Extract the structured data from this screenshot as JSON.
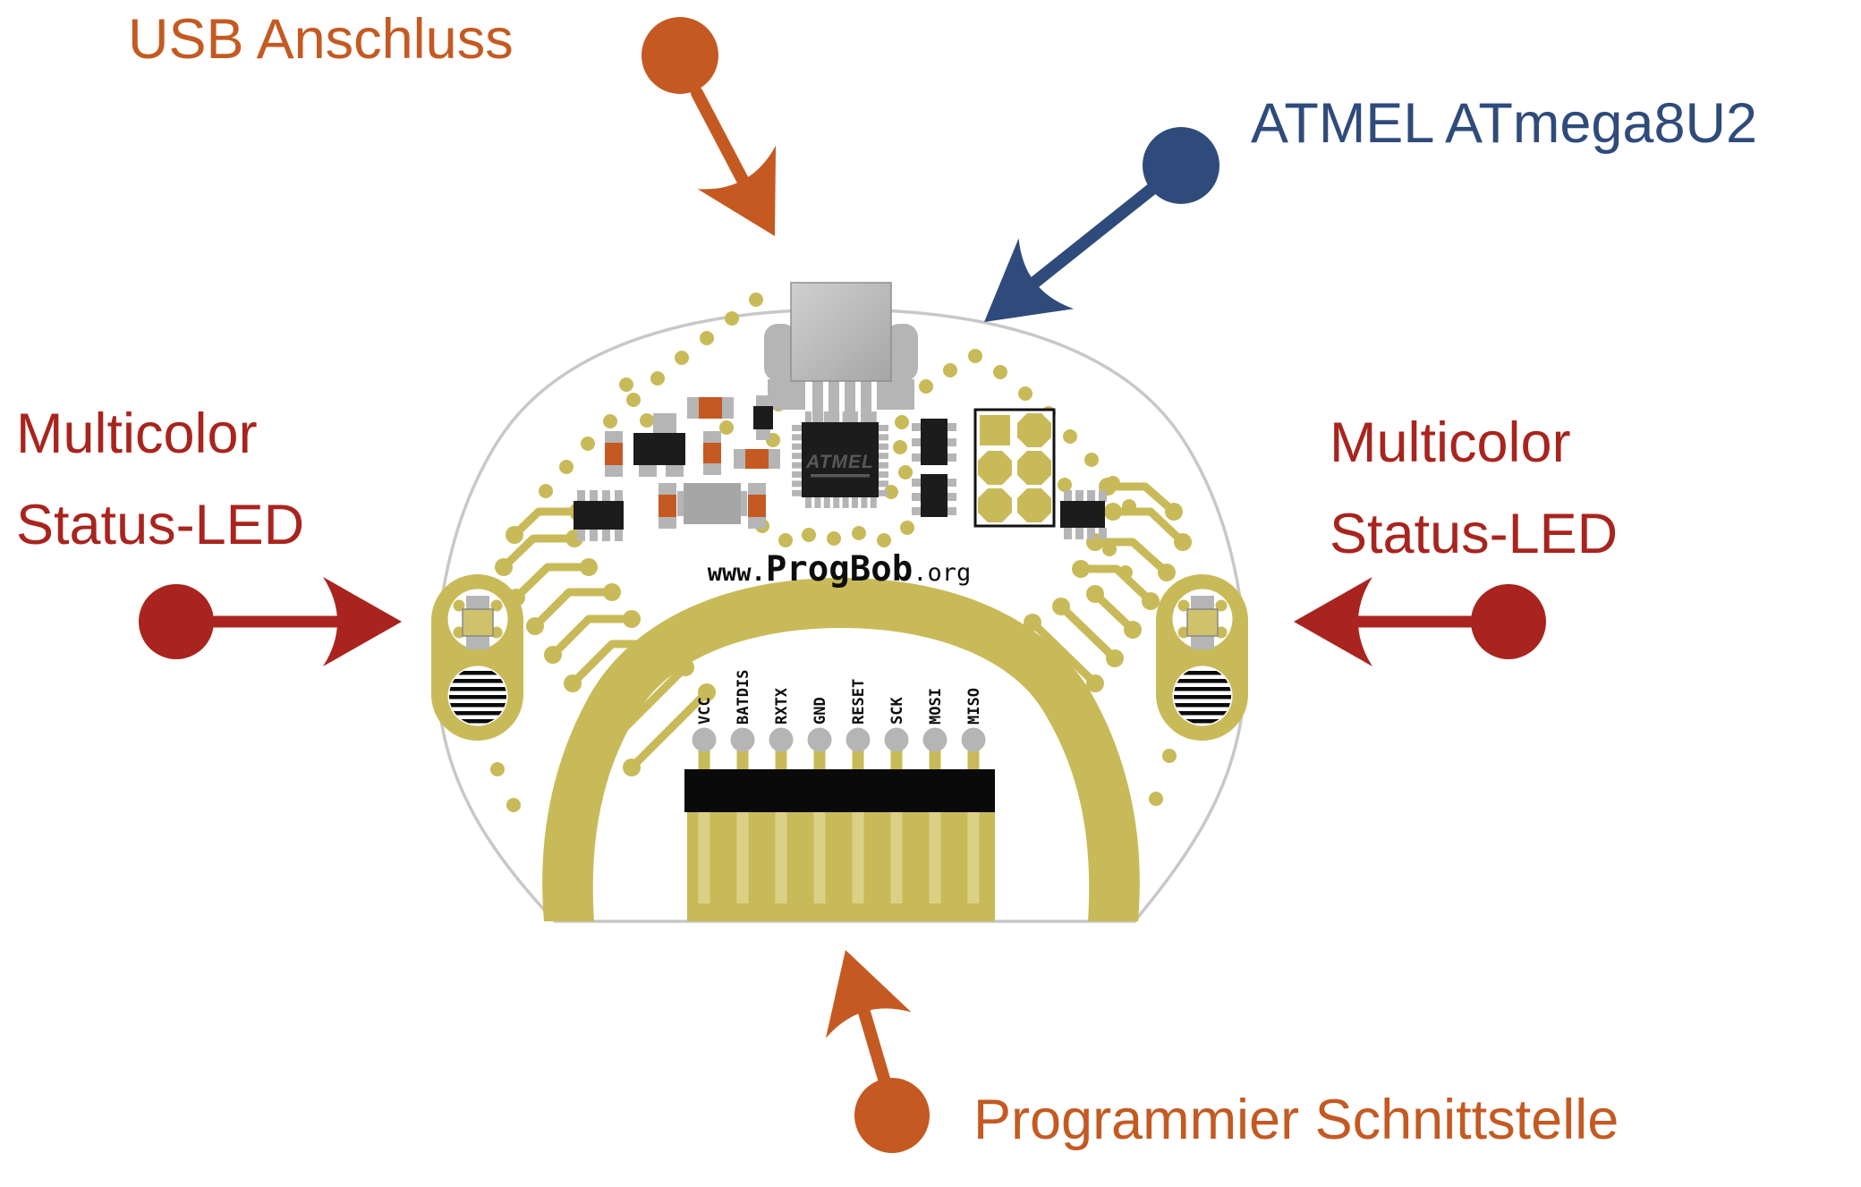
{
  "labels": {
    "usb": {
      "text": "USB Anschluss"
    },
    "atmel": {
      "text": "ATMEL ATmega8U2"
    },
    "led_left": {
      "line1": "Multicolor",
      "line2": "Status-LED"
    },
    "led_right": {
      "line1": "Multicolor",
      "line2": "Status-LED"
    },
    "prog": {
      "text": "Programmier Schnittstelle"
    }
  },
  "board": {
    "url": {
      "prefix": "www.",
      "name": "ProgBob",
      "suffix": ".org"
    },
    "chip_logo": "ATMEL",
    "pin_labels": [
      "VCC",
      "BATDIS",
      "RXTX",
      "GND",
      "RESET",
      "SCK",
      "MOSI",
      "MISO"
    ]
  },
  "colors": {
    "orange": "#c45a22",
    "blue": "#2f4b7b",
    "red": "#a9241e",
    "olive": "#c9ba59",
    "pin_light": "#dbd186",
    "board_outline": "#c8c8c8",
    "component_gray": "#b5b5b5",
    "component_dark": "#1c1c1c",
    "crystal_gray": "#a6a6a6",
    "led_body": "#cfc26b",
    "silkscreen": "#111111"
  }
}
